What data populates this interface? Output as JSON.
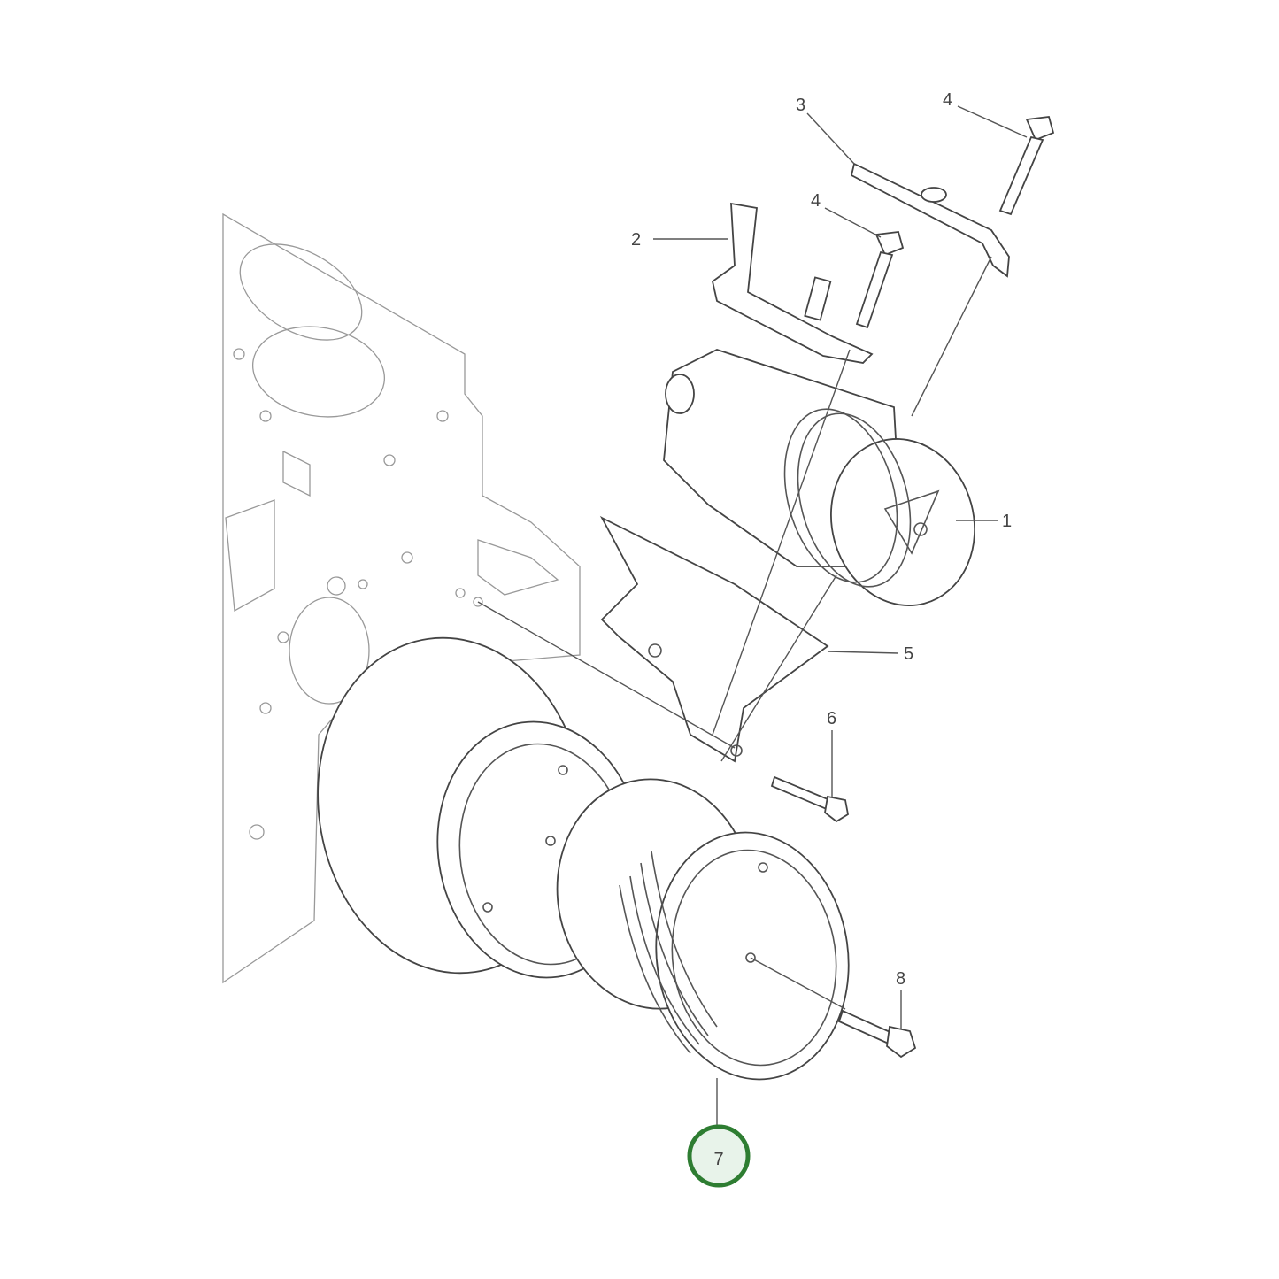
{
  "diagram": {
    "callouts": [
      {
        "id": "1",
        "label": "1"
      },
      {
        "id": "2",
        "label": "2"
      },
      {
        "id": "3",
        "label": "3"
      },
      {
        "id": "4a",
        "label": "4"
      },
      {
        "id": "4b",
        "label": "4"
      },
      {
        "id": "5",
        "label": "5"
      },
      {
        "id": "6",
        "label": "6"
      },
      {
        "id": "7",
        "label": "7",
        "highlighted": true
      },
      {
        "id": "8",
        "label": "8"
      }
    ],
    "highlight_color": "#2e7d32",
    "highlight_fill": "#e8f3ea"
  }
}
